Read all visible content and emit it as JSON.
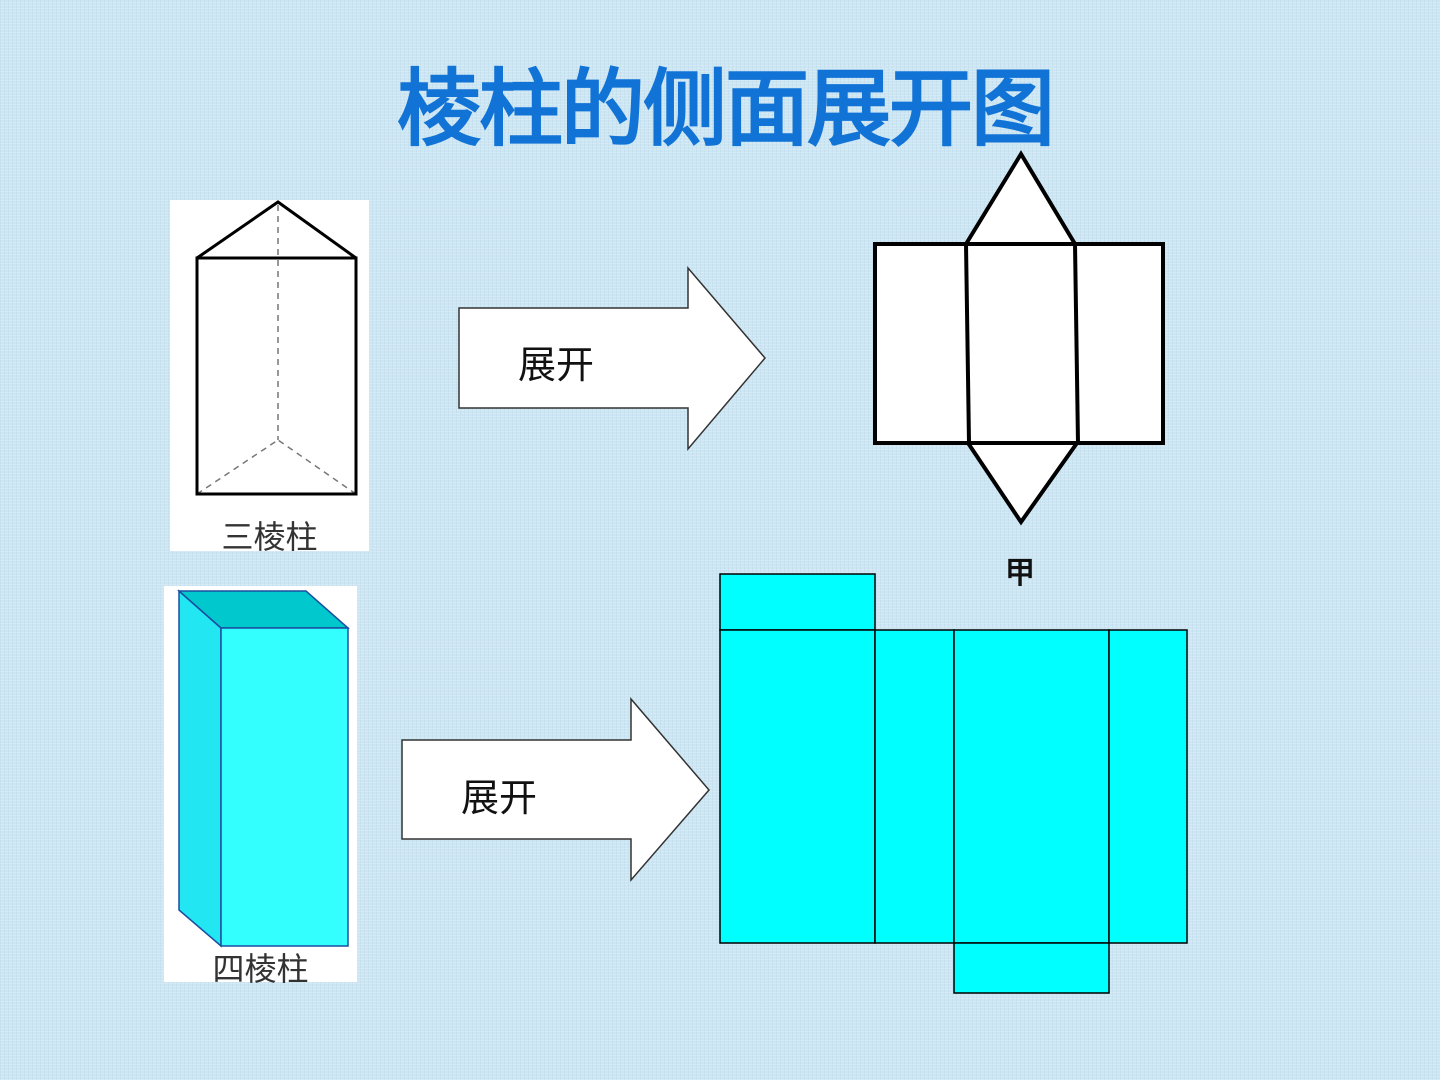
{
  "title": "棱柱的侧面展开图",
  "triangular_prism": {
    "caption": "三棱柱",
    "arrow_label": "展开",
    "net_label": "甲"
  },
  "square_prism": {
    "caption": "四棱柱",
    "arrow_label": "展开"
  },
  "colors": {
    "title": "#1273d6",
    "cyan_face": "#00ffff",
    "cyan_front": "#33ffff",
    "cyan_side": "#22e6f2",
    "cyan_top": "#00cccc",
    "outline": "#000000",
    "background": "#cde6f3"
  }
}
